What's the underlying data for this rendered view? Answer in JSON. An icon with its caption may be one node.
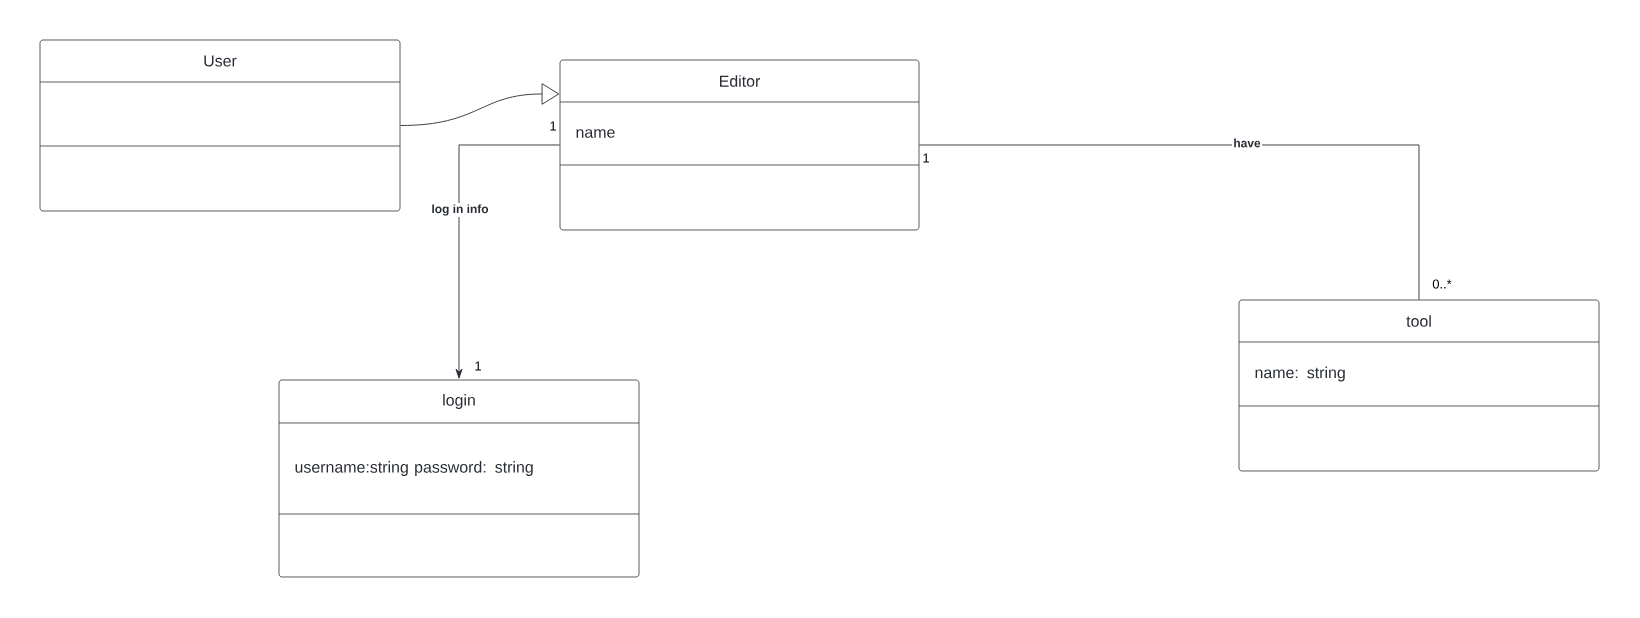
{
  "diagram": {
    "nodes": [
      {
        "text": [
          "User"
        ]
      },
      {
        "text": [
          "Editor",
          "name"
        ]
      },
      {
        "text": [
          "login",
          "username:string password: string"
        ]
      },
      {
        "text": [
          "tool",
          "name: string"
        ]
      }
    ],
    "edges": [
      {
        "from": 0,
        "to": 1,
        "arrow": "to"
      },
      {
        "from": 1,
        "to": 2,
        "arrow": "to",
        "label": "log in info"
      },
      {
        "from": 1,
        "to": 3,
        "arrow": "none",
        "label": "have"
      }
    ],
    "labels": [
      "1",
      "1",
      "0..*",
      "1"
    ]
  }
}
